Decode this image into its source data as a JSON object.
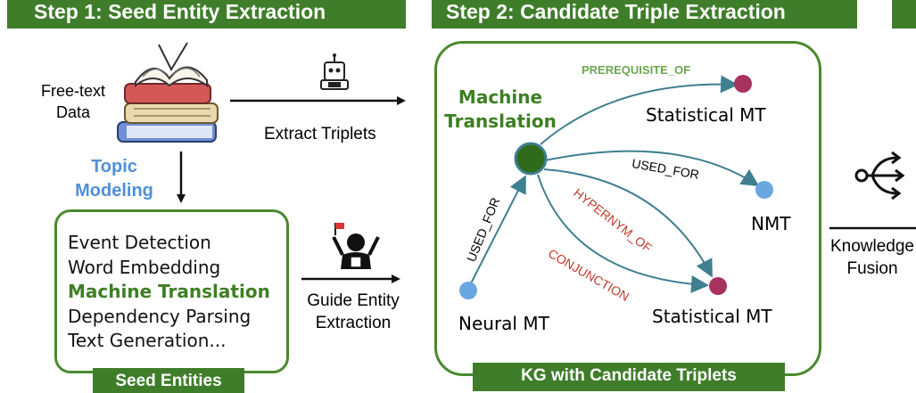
{
  "steps": [
    {
      "title": "Step 1: Seed Entity Extraction"
    },
    {
      "title": "Step 2: Candidate Triple Extraction"
    }
  ],
  "step1": {
    "input_label": "Free-text\nData",
    "extract_label": "Extract Triplets",
    "topic_label": "Topic\nModeling",
    "guide_label": "Guide Entity\nExtraction",
    "seed_entities": [
      "Event Detection",
      "Word Embedding",
      "Machine Translation",
      "Dependency Parsing",
      "Text Generation..."
    ],
    "highlighted_entity_index": 2,
    "box_caption": "Seed Entities"
  },
  "step2": {
    "center_node": "Machine\nTranslation",
    "nodes": {
      "statistical_mt_top": "Statistical MT",
      "nmt": "NMT",
      "statistical_mt_bottom": "Statistical MT",
      "neural_mt": "Neural MT"
    },
    "relations": {
      "prerequisite": "PREREQUISITE_OF",
      "used_for_right": "USED_FOR",
      "hypernym": "HYPERNYM_OF",
      "conjunction": "CONJUNCTION",
      "used_for_left": "USED_FOR"
    },
    "box_caption": "KG with Candidate Triplets"
  },
  "step3": {
    "fusion_label": "Knowledge\nFusion"
  },
  "colors": {
    "green": "#3f7d2a",
    "blue_text": "#4f8fd8",
    "relation_green": "#6aa84f",
    "relation_red": "#c0392b",
    "arrow_teal": "#3f7f8f",
    "node_purple": "#a8325e",
    "node_blue": "#6aa7e0"
  },
  "icons": [
    "book-stack-icon",
    "robot-icon",
    "annotator-person-icon",
    "knowledge-fusion-icon"
  ]
}
